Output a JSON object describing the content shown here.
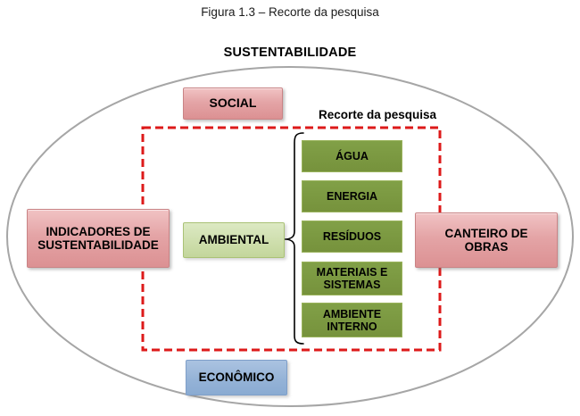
{
  "figure": {
    "caption": "Figura 1.3 – Recorte da pesquisa"
  },
  "diagram": {
    "ellipse_label": "SUSTENTABILIDADE",
    "scope_label": "Recorte da pesquisa",
    "nodes": {
      "social": "SOCIAL",
      "indicadores": "INDICADORES DE SUSTENTABILIDADE",
      "ambiental": "AMBIENTAL",
      "canteiro": "CANTEIRO DE OBRAS",
      "economico": "ECONÔMICO"
    },
    "ambiental_items": {
      "0": "ÁGUA",
      "1": "ENERGIA",
      "2": "RESÍDUOS",
      "3": "MATERIAIS E SISTEMAS",
      "4": "AMBIENTE INTERNO"
    },
    "colors": {
      "pink_box": "#e2a1a3",
      "light_green_box": "#c3d69b",
      "dark_green_box": "#76923c",
      "blue_box": "#95b3d7",
      "scope_dashed_border": "#dd1a1a",
      "ellipse_stroke": "#a6a6a6",
      "text": "#000000"
    }
  }
}
